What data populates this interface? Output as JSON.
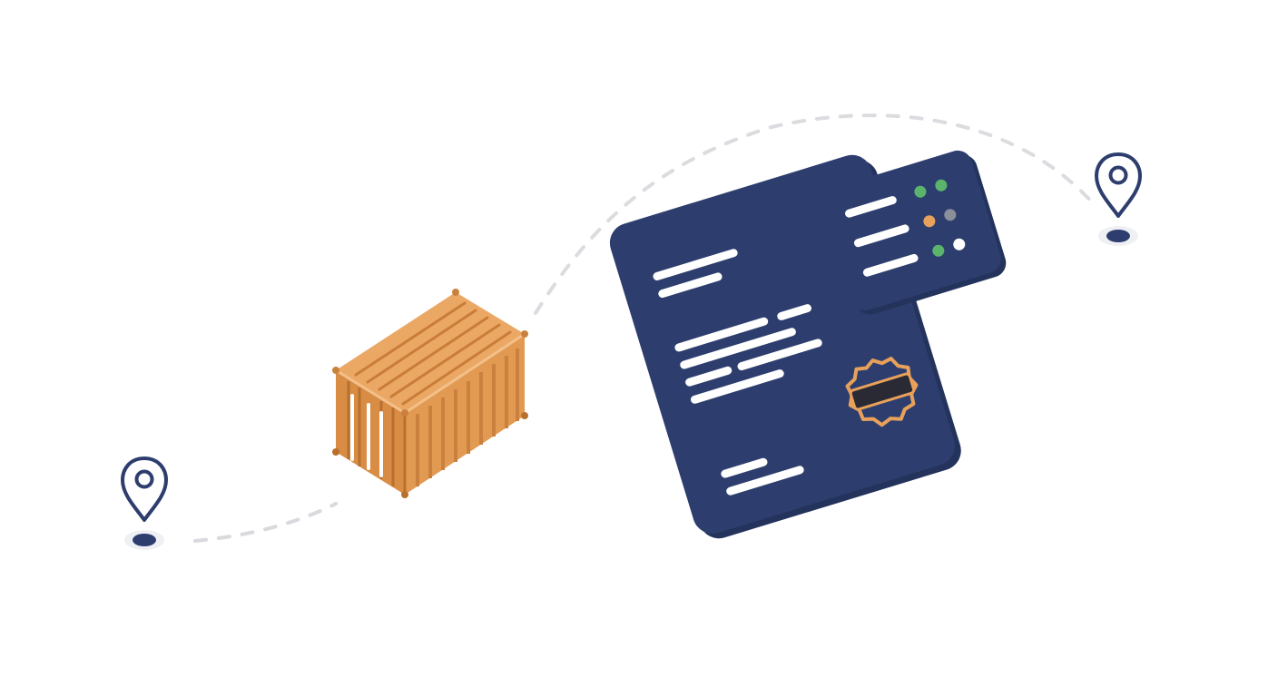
{
  "scene": {
    "background": "#ffffff",
    "colors": {
      "navy": "#2d3e6e",
      "navy_dark": "#24335c",
      "container_orange": "#e39a52",
      "container_shadow": "#b86f2e",
      "container_light": "#f0b67a",
      "seal_orange": "#e8a15a",
      "dash_gray": "#cfcfd4",
      "dot_green": "#5bb46b",
      "dot_orange": "#e8a15a",
      "dot_gray": "#8a8f9a",
      "dot_white": "#ffffff",
      "text_line": "#ffffff"
    },
    "elements": {
      "origin_pin": "map-pin-icon",
      "destination_pin": "map-pin-icon",
      "container": "shipping-container-icon",
      "document": "document-icon",
      "seal": "seal-stamp-icon",
      "status_card": "status-card-icon",
      "route": "dashed-route-path"
    },
    "status_dots": [
      [
        "green",
        "green"
      ],
      [
        "orange",
        "gray"
      ],
      [
        "green",
        "white"
      ]
    ]
  }
}
